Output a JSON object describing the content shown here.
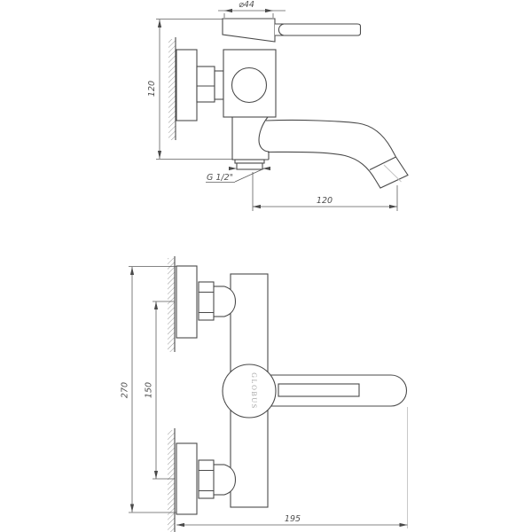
{
  "drawing": {
    "brand_logo": "GLOBUS",
    "side_view": {
      "dimensions": {
        "cap_diameter": "⌀44",
        "body_height": "120",
        "thread": "G 1/2\"",
        "spout_reach": "120"
      }
    },
    "front_view": {
      "logo": "GLOBUS",
      "dimensions": {
        "overall_height": "270",
        "inlet_spacing": "150",
        "overall_width": "195"
      }
    }
  }
}
